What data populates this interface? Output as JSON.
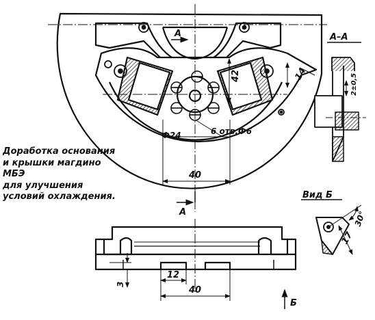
{
  "caption": {
    "lines": [
      "Доработка основания",
      "и крышки магдино",
      "МБЭ",
      "для  улучшения",
      "условий  охлаждения."
    ]
  },
  "labels": {
    "section_mark_top": "А",
    "section_mark_bottom": "А",
    "section_title": "А–А",
    "view_title": "Вид  Б",
    "view_arrow_mark": "Б",
    "dim_42": "42",
    "dim_14": "14",
    "dim_phi24": "Ф24",
    "dim_holes": "6 отв.Ф6",
    "dim_40_top": "40",
    "dim_2": "2±0,5",
    "dim_12": "12",
    "dim_40_bottom": "40",
    "dim_3": "3",
    "dim_17": "17",
    "dim_30deg": "30°"
  },
  "colors": {
    "ink": "#111111",
    "paper": "#ffffff"
  }
}
